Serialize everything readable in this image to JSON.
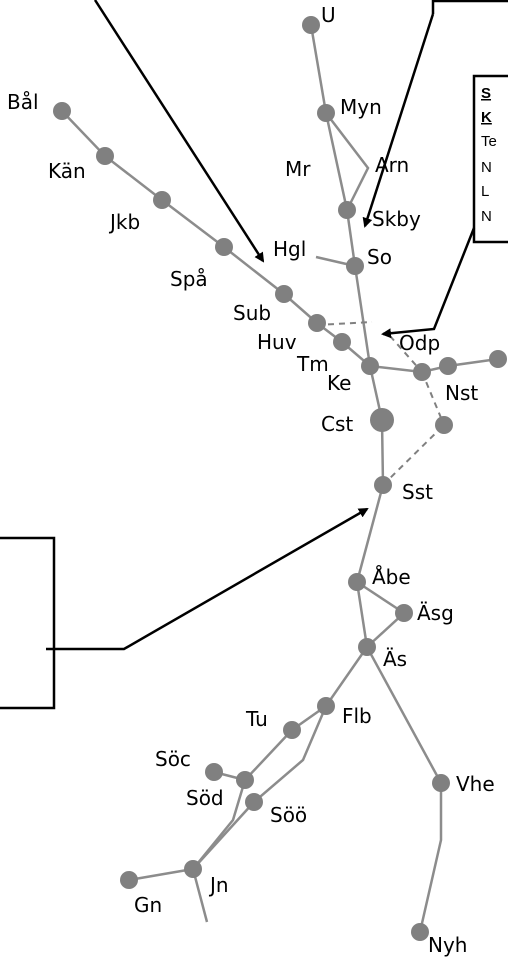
{
  "network": {
    "line_color": "#8c8c8c",
    "node_color": "#808080",
    "dashed_color": "#808080",
    "arrow_color": "#000000"
  },
  "stations": {
    "u": "U",
    "myn": "Myn",
    "mr": "Mr",
    "arn": "Arn",
    "skby": "Skby",
    "bal": "Bål",
    "kan": "Kän",
    "jkb": "Jkb",
    "spa": "Spå",
    "hgl": "Hgl",
    "so": "So",
    "sub": "Sub",
    "huv": "Huv",
    "tm": "Tm",
    "odp": "Odp",
    "ke": "Ke",
    "nst": "Nst",
    "cst": "Cst",
    "sst": "Sst",
    "abe": "Åbe",
    "asg": "Äsg",
    "as": "Äs",
    "tu": "Tu",
    "flb": "Flb",
    "soc": "Söc",
    "sod": "Söd",
    "soo": "Söö",
    "vhe": "Vhe",
    "jn": "Jn",
    "gn": "Gn",
    "nyh": "Nyh"
  },
  "legend": {
    "line1": "S",
    "line2": "K",
    "line3": "Te",
    "line4": "N",
    "line5": "L",
    "line6": "N"
  }
}
